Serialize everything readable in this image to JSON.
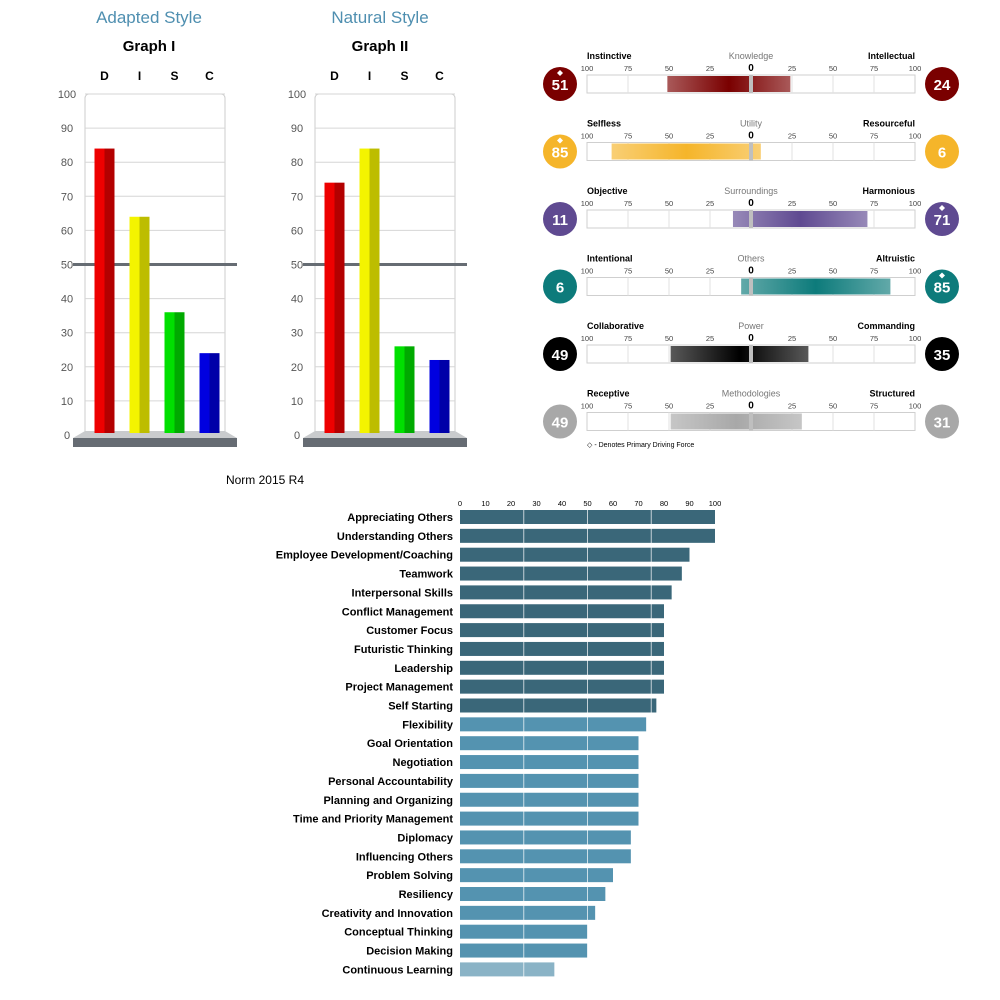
{
  "disc": {
    "graph1": {
      "style_title": "Adapted Style",
      "graph_title": "Graph I",
      "categories": [
        "D",
        "I",
        "S",
        "C"
      ],
      "values": [
        84,
        64,
        36,
        24
      ],
      "percent_label": "%",
      "yticks": [
        0,
        10,
        20,
        30,
        40,
        50,
        60,
        70,
        80,
        90,
        100
      ],
      "ylim": [
        0,
        100
      ],
      "midline": 50
    },
    "graph2": {
      "style_title": "Natural Style",
      "graph_title": "Graph II",
      "categories": [
        "D",
        "I",
        "S",
        "C"
      ],
      "values": [
        74,
        84,
        26,
        22
      ],
      "percent_label": "%",
      "yticks": [
        0,
        10,
        20,
        30,
        40,
        50,
        60,
        70,
        80,
        90,
        100
      ],
      "ylim": [
        0,
        100
      ],
      "midline": 50
    },
    "colors": [
      "#ee0000",
      "#f4f400",
      "#00e000",
      "#0000e0"
    ],
    "colors_dark": [
      "#b30000",
      "#bdbd00",
      "#00aa00",
      "#0000a8"
    ],
    "norm_label": "Norm 2015 R4"
  },
  "motivators": {
    "tick_labels": [
      "100",
      "75",
      "50",
      "25",
      "0",
      "25",
      "50",
      "75",
      "100"
    ],
    "footnote": "◇ - Denotes Primary Driving Force",
    "rows": [
      {
        "left_label": "Instinctive",
        "center_label": "Knowledge",
        "right_label": "Intellectual",
        "left_score": "51",
        "right_score": "24",
        "left_value": 51,
        "right_value": 24,
        "color": "#7a0000",
        "primary": "left"
      },
      {
        "left_label": "Selfless",
        "center_label": "Utility",
        "right_label": "Resourceful",
        "left_score": "85",
        "right_score": "6",
        "left_value": 85,
        "right_value": 6,
        "color": "#f5b52a",
        "primary": "left"
      },
      {
        "left_label": "Objective",
        "center_label": "Surroundings",
        "right_label": "Harmonious",
        "left_score": "11",
        "right_score": "71",
        "left_value": 11,
        "right_value": 71,
        "color": "#5f4a91",
        "primary": "right"
      },
      {
        "left_label": "Intentional",
        "center_label": "Others",
        "right_label": "Altruistic",
        "left_score": "6",
        "right_score": "85",
        "left_value": 6,
        "right_value": 85,
        "color": "#0d7b7b",
        "primary": "right"
      },
      {
        "left_label": "Collaborative",
        "center_label": "Power",
        "right_label": "Commanding",
        "left_score": "49",
        "right_score": "35",
        "left_value": 49,
        "right_value": 35,
        "color": "#000000",
        "primary": "none"
      },
      {
        "left_label": "Receptive",
        "center_label": "Methodologies",
        "right_label": "Structured",
        "left_score": "49",
        "right_score": "31",
        "left_value": 49,
        "right_value": 31,
        "color": "#a8a8a8",
        "primary": "none"
      }
    ]
  },
  "chart_data": [
    {
      "type": "bar",
      "title": "Graph I",
      "categories": [
        "D",
        "I",
        "S",
        "C"
      ],
      "values": [
        84,
        64,
        36,
        24
      ],
      "ylim": [
        0,
        100
      ]
    },
    {
      "type": "bar",
      "title": "Graph II",
      "categories": [
        "D",
        "I",
        "S",
        "C"
      ],
      "values": [
        74,
        84,
        26,
        22
      ],
      "ylim": [
        0,
        100
      ]
    },
    {
      "type": "bar",
      "orientation": "horizontal",
      "xlim": [
        0,
        100
      ],
      "xticks": [
        0,
        10,
        20,
        30,
        40,
        50,
        60,
        70,
        80,
        90,
        100
      ],
      "categories": [
        "Appreciating Others",
        "Understanding Others",
        "Employee Development/Coaching",
        "Teamwork",
        "Interpersonal Skills",
        "Conflict Management",
        "Customer Focus",
        "Futuristic Thinking",
        "Leadership",
        "Project Management",
        "Self Starting",
        "Flexibility",
        "Goal Orientation",
        "Negotiation",
        "Personal Accountability",
        "Planning and Organizing",
        "Time and Priority Management",
        "Diplomacy",
        "Influencing Others",
        "Problem Solving",
        "Resiliency",
        "Creativity and Innovation",
        "Conceptual Thinking",
        "Decision Making",
        "Continuous Learning"
      ],
      "values": [
        100,
        100,
        90,
        87,
        83,
        80,
        80,
        80,
        80,
        80,
        77,
        73,
        70,
        70,
        70,
        70,
        70,
        67,
        67,
        60,
        57,
        53,
        50,
        50,
        37
      ],
      "colors": {
        "high": "#3a6779",
        "mid": "#5493b0",
        "low": "#8ab3c6"
      }
    }
  ]
}
